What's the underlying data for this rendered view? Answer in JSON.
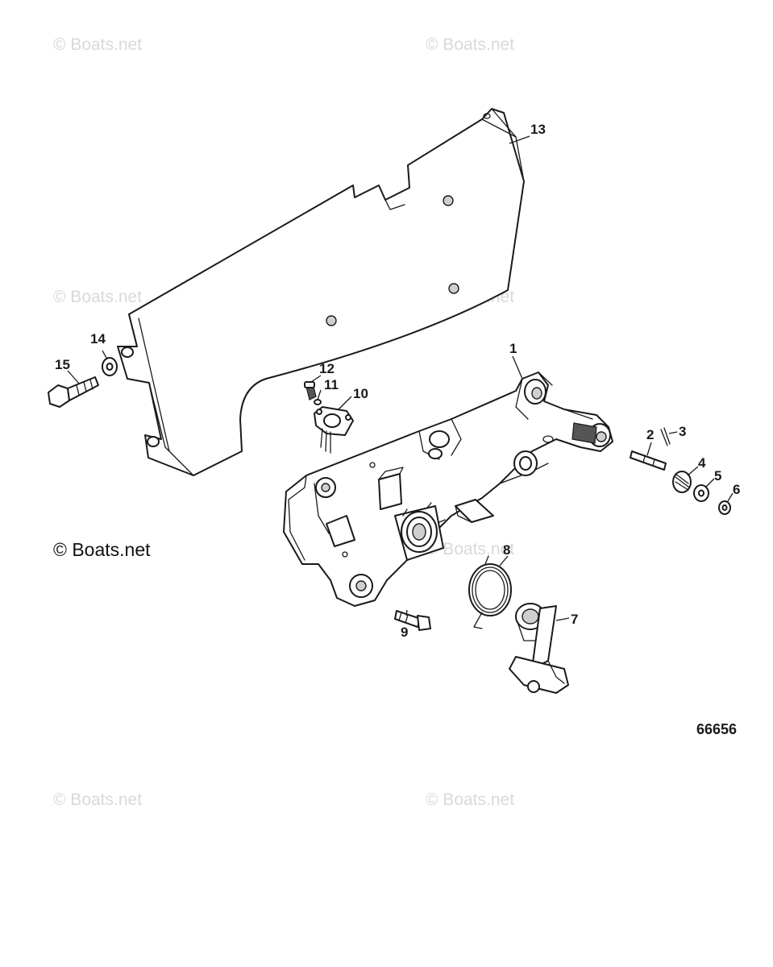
{
  "watermarks": [
    {
      "id": "wm-1",
      "text": "© Boats.net"
    },
    {
      "id": "wm-2",
      "text": "© Boats.net"
    },
    {
      "id": "wm-3",
      "text": "© Boats.net"
    },
    {
      "id": "wm-4",
      "text": "© Boats.net"
    },
    {
      "id": "wm-5",
      "text": "© Boats.net"
    },
    {
      "id": "wm-6",
      "text": "© Boats.net"
    },
    {
      "id": "wm-7",
      "text": "© Boats.net"
    }
  ],
  "watermark_strong": "© Boats.net",
  "callouts": {
    "c1": "1",
    "c2": "2",
    "c3": "3",
    "c4": "4",
    "c5": "5",
    "c6": "6",
    "c7": "7",
    "c8": "8",
    "c9": "9",
    "c10": "10",
    "c11": "11",
    "c12": "12",
    "c13": "13",
    "c14": "14",
    "c15": "15"
  },
  "figure_number": "66656",
  "colors": {
    "line": "#1a1a1a",
    "watermark": "#d9d9d9",
    "background": "#ffffff"
  }
}
